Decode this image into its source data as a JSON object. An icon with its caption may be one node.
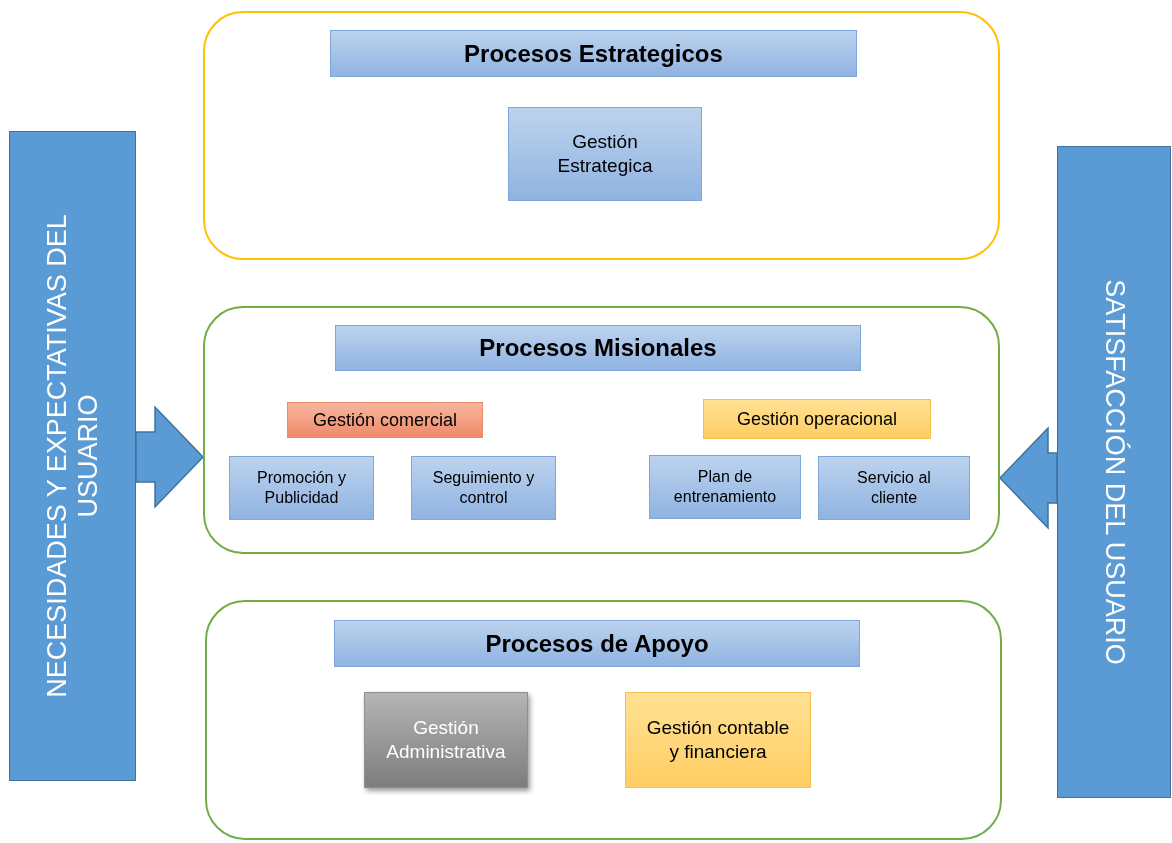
{
  "diagram": {
    "nodes": [
      {
        "text": [],
        "shape": "box"
      },
      {
        "text": [
          "Procesos Estrategicos"
        ],
        "in": 0
      },
      {
        "text": [
          "Gestión Estrategica"
        ],
        "in": 0
      },
      {
        "text": [],
        "shape": "box"
      },
      {
        "text": [
          "Procesos Misionales"
        ],
        "in": 3
      },
      {
        "text": [
          "Gestión comercial"
        ],
        "in": 3
      },
      {
        "text": [
          "Promoción y Publicidad"
        ],
        "in": 3
      },
      {
        "text": [
          "Seguimiento y control"
        ],
        "in": 3
      },
      {
        "text": [
          "Gestión operacional"
        ],
        "in": 3
      },
      {
        "text": [
          "Plan de entrenamiento"
        ],
        "in": 3
      },
      {
        "text": [
          "Servicio al cliente"
        ],
        "in": 3
      },
      {
        "text": [],
        "shape": "box"
      },
      {
        "text": [
          "Procesos de Apoyo"
        ],
        "in": 11
      },
      {
        "text": [
          "Gestión Administrativa"
        ],
        "in": 11
      },
      {
        "text": [
          "Gestión contable y financiera"
        ],
        "in": 11
      },
      {
        "text": [
          "NECESIDADES Y EXPECTATIVAS DEL USUARIO"
        ]
      },
      {
        "text": [
          "SATISFACCIÓN DEL USUARIO"
        ]
      }
    ],
    "edges": [
      {
        "from": 15,
        "to": 3,
        "arrow": "to"
      },
      {
        "from": 16,
        "to": 3,
        "arrow": "to"
      }
    ]
  }
}
